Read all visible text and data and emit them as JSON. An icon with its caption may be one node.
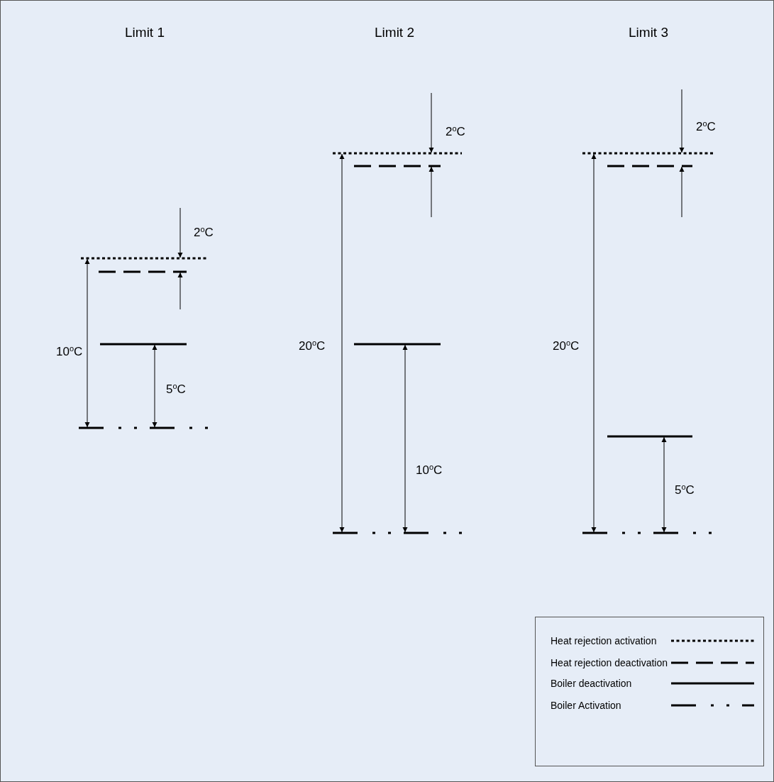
{
  "diagram": {
    "labels": [
      "Limit 1",
      "Limit 2",
      "Limit 3",
      "2$^{o}$C",
      "2$^{o}$C",
      "2$^{o}$C",
      "10$^{o}$C",
      "20$^{o}$C",
      "20$^{o}$C",
      "5$^{o}$C",
      "10$^{o}$C",
      "5$^{o}$C"
    ],
    "legend": [
      {
        "text": "Heat rejection activation"
      },
      {
        "text": "Heat rejection deactivation"
      },
      {
        "text": "Boiler deactivation"
      },
      {
        "text": "Boiler Activation"
      }
    ]
  }
}
